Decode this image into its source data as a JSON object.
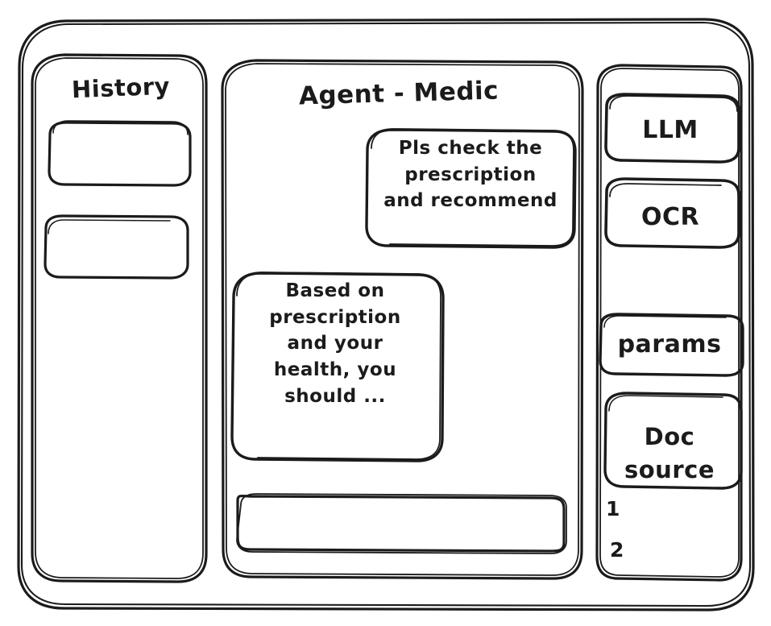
{
  "app": {
    "title": "Agent - Medic",
    "style": "hand-drawn wireframe",
    "stroke_color": "#1b1b1b",
    "background_color": "#ffffff"
  },
  "sidebar": {
    "title": "History",
    "items": [
      {
        "label": "",
        "name": "history-item-1"
      },
      {
        "label": "",
        "name": "history-item-2"
      }
    ]
  },
  "main": {
    "title": "Agent - Medic",
    "messages": [
      {
        "role": "user",
        "align": "right",
        "text": "Pls check the\nprescription\nand recommend"
      },
      {
        "role": "assistant",
        "align": "left",
        "text": "Based on\nprescription\nand your\nhealth, you\nshould ..."
      }
    ],
    "composer": {
      "value": "",
      "placeholder": ""
    }
  },
  "tools_panel": {
    "items": [
      {
        "label": "LLM",
        "name": "tool-llm"
      },
      {
        "label": "OCR",
        "name": "tool-ocr"
      },
      {
        "label": "params",
        "name": "tool-params"
      },
      {
        "label": "Doc\nsource",
        "name": "tool-doc-source"
      }
    ],
    "doc_refs": [
      "1",
      "2"
    ]
  }
}
